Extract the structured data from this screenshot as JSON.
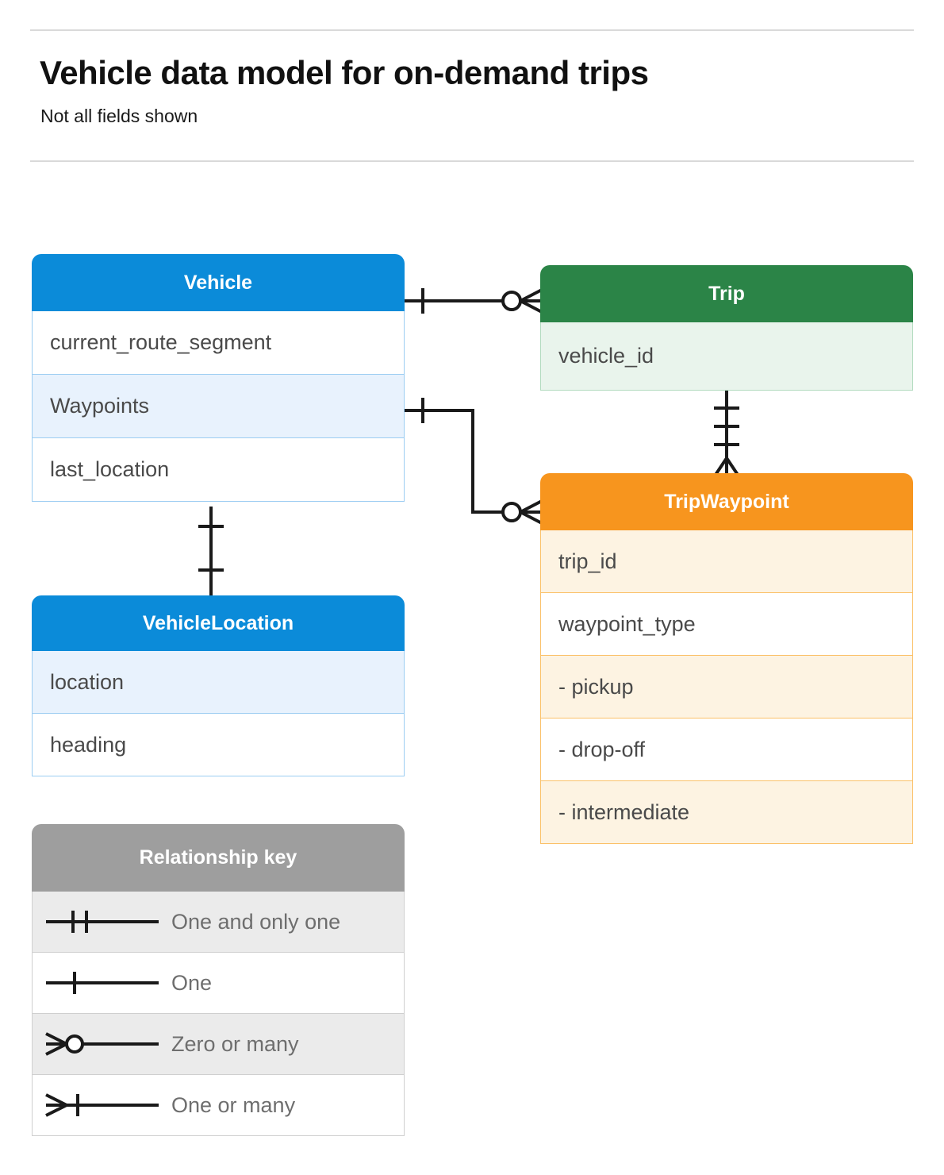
{
  "header": {
    "title": "Vehicle data model for on-demand trips",
    "subtitle": "Not all fields shown"
  },
  "entities": [
    {
      "id": "vehicle",
      "name": "Vehicle",
      "color": "#0b8bd9",
      "fields": [
        "current_route_segment",
        "Waypoints",
        "last_location"
      ]
    },
    {
      "id": "trip",
      "name": "Trip",
      "color": "#2b8447",
      "fields": [
        "vehicle_id"
      ]
    },
    {
      "id": "tripwaypoint",
      "name": "TripWaypoint",
      "color": "#f7951e",
      "fields": [
        "trip_id",
        "waypoint_type",
        " -  pickup",
        " -  drop-off",
        " -  intermediate"
      ]
    },
    {
      "id": "vehiclelocation",
      "name": "VehicleLocation",
      "color": "#0b8bd9",
      "fields": [
        "location",
        "heading"
      ]
    }
  ],
  "legend": {
    "title": "Relationship key",
    "color": "#9e9e9e",
    "rows": [
      {
        "symbol": "one-and-only-one",
        "label": "One and only one"
      },
      {
        "symbol": "one",
        "label": "One"
      },
      {
        "symbol": "zero-or-many",
        "label": "Zero or many"
      },
      {
        "symbol": "one-or-many",
        "label": "One or many"
      }
    ]
  },
  "relationships": [
    {
      "from": "Vehicle",
      "to": "Trip",
      "from_cardinality": "One",
      "to_cardinality": "Zero or many"
    },
    {
      "from": "Vehicle.Waypoints",
      "to": "TripWaypoint",
      "from_cardinality": "One",
      "to_cardinality": "Zero or many"
    },
    {
      "from": "Trip",
      "to": "TripWaypoint",
      "from_cardinality": "One and only one",
      "to_cardinality": "One or many"
    },
    {
      "from": "Vehicle",
      "to": "VehicleLocation",
      "from_cardinality": "One",
      "to_cardinality": "One"
    }
  ]
}
